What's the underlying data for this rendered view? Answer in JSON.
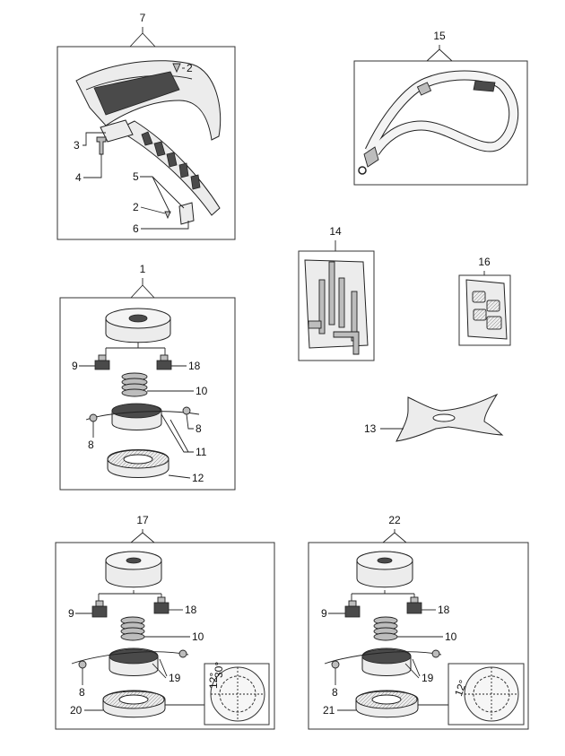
{
  "groups": {
    "guard": {
      "label": "7"
    },
    "strap": {
      "label": "15"
    },
    "toolkit": {
      "label": "14"
    },
    "decal": {
      "label": "16"
    },
    "head": {
      "label": "1"
    },
    "blade": {
      "label": "13"
    },
    "head_b": {
      "label": "17"
    },
    "head_c": {
      "label": "22"
    }
  },
  "callouts": {
    "guard_screw_top": "2",
    "guard_bracket": "3",
    "guard_bolt": "4",
    "guard_blade": "5",
    "guard_screw_bottom": "2",
    "guard_plate": "6",
    "head_knob_left": "9",
    "head_knob_right": "18",
    "head_spring": "10",
    "head_eyelet_right": "8",
    "head_eyelet_left": "8",
    "head_spool": "11",
    "head_cover": "12",
    "b_knob_left": "9",
    "b_knob_right": "18",
    "b_spring": "10",
    "b_spool": "19",
    "b_eyelet": "8",
    "b_cover": "20",
    "c_knob_left": "9",
    "c_knob_right": "18",
    "c_spring": "10",
    "c_spool": "19",
    "c_eyelet": "8",
    "c_cover": "21"
  },
  "detail_b": {
    "dim_a": "12°",
    "dim_b": "30°"
  },
  "detail_c": {
    "dim_a": "12°"
  }
}
